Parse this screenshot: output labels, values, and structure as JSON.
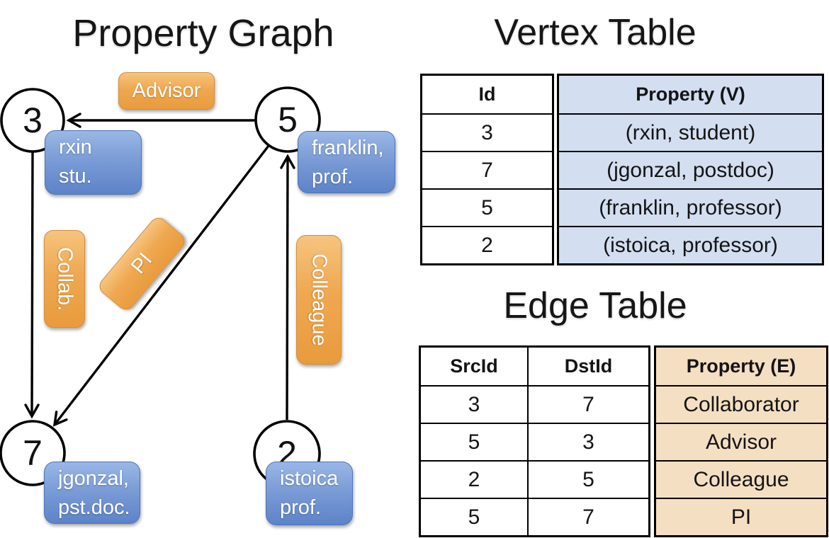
{
  "graph": {
    "title": "Property Graph",
    "nodes": [
      {
        "id": "3",
        "label_line1": "rxin",
        "label_line2": "stu."
      },
      {
        "id": "5",
        "label_line1": "franklin,",
        "label_line2": "prof."
      },
      {
        "id": "7",
        "label_line1": "jgonzal,",
        "label_line2": "pst.doc."
      },
      {
        "id": "2",
        "label_line1": "istoica",
        "label_line2": "prof."
      }
    ],
    "edge_labels": {
      "advisor": "Advisor",
      "collab": "Collab.",
      "pi": "PI",
      "colleague": "Colleague"
    }
  },
  "vertex_table": {
    "title": "Vertex Table",
    "columns": [
      "Id",
      "Property (V)"
    ],
    "rows": [
      {
        "id": "3",
        "property": "(rxin, student)"
      },
      {
        "id": "7",
        "property": "(jgonzal, postdoc)"
      },
      {
        "id": "5",
        "property": "(franklin, professor)"
      },
      {
        "id": "2",
        "property": "(istoica, professor)"
      }
    ]
  },
  "edge_table": {
    "title": "Edge Table",
    "columns": [
      "SrcId",
      "DstId",
      "Property (E)"
    ],
    "rows": [
      {
        "src": "3",
        "dst": "7",
        "property": "Collaborator"
      },
      {
        "src": "5",
        "dst": "3",
        "property": "Advisor"
      },
      {
        "src": "2",
        "dst": "5",
        "property": "Colleague"
      },
      {
        "src": "5",
        "dst": "7",
        "property": "PI"
      }
    ]
  },
  "colors": {
    "edge_label_orange": "#eda24a",
    "vertex_label_blue": "#6f92d2",
    "vertex_table_property_bg": "#d3def1",
    "edge_table_property_bg": "#f5dfc2",
    "line_black": "#000000",
    "text_white": "#ffffff"
  }
}
